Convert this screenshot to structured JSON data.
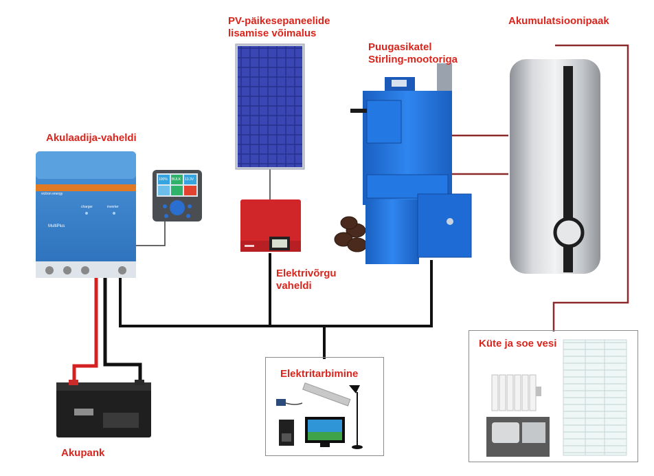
{
  "labels": {
    "pv_panels": "PV-päikesepaneelide",
    "pv_panels_line2": "lisamise võimalus",
    "boiler": "Puugasikatel",
    "boiler_line2": "Stirling-mootoriga",
    "tank": "Akumulatsioonipaak",
    "inverter_charger": "Akulaadija-vaheldi",
    "grid_inverter": "Elektrivõrgu",
    "grid_inverter_line2": "vaheldi",
    "consumption": "Elektritarbimine",
    "heating": "Küte ja soe vesi",
    "battery": "Akupank"
  },
  "device_text": {
    "victron_brand": "victron energy",
    "multiplus": "MultiPlus",
    "charger": "charger",
    "inverter": "inverter",
    "panel_soc": "100%",
    "panel_mode": "BULK",
    "panel_volt": "13.3V"
  },
  "colors": {
    "label_red": "#d9251c",
    "dc_positive": "#d42020",
    "cable_black": "#111111",
    "heat_pipe": "#8b2a2a",
    "victron_blue": "#2f78c4",
    "boiler_blue": "#1f6fd6",
    "inverter_red": "#d0262a"
  }
}
